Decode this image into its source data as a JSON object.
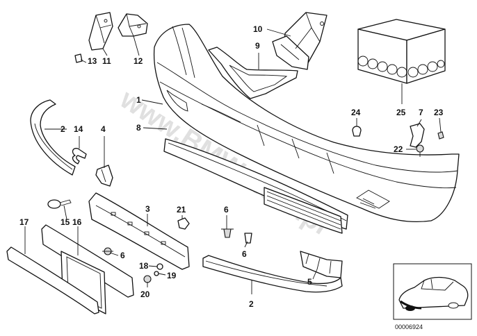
{
  "diagram": {
    "watermark": "www.BMWstore.pl",
    "diagram_code": "00006924",
    "callouts": [
      {
        "id": "c1",
        "label": "1"
      },
      {
        "id": "c2a",
        "label": "2"
      },
      {
        "id": "c2b",
        "label": "2"
      },
      {
        "id": "c3",
        "label": "3"
      },
      {
        "id": "c4",
        "label": "4"
      },
      {
        "id": "c5",
        "label": "5"
      },
      {
        "id": "c6a",
        "label": "6"
      },
      {
        "id": "c6b",
        "label": "6"
      },
      {
        "id": "c6c",
        "label": "6"
      },
      {
        "id": "c7",
        "label": "7"
      },
      {
        "id": "c8",
        "label": "8"
      },
      {
        "id": "c9",
        "label": "9"
      },
      {
        "id": "c10",
        "label": "10"
      },
      {
        "id": "c11",
        "label": "11"
      },
      {
        "id": "c12",
        "label": "12"
      },
      {
        "id": "c13",
        "label": "13"
      },
      {
        "id": "c14",
        "label": "14"
      },
      {
        "id": "c15",
        "label": "15"
      },
      {
        "id": "c16",
        "label": "16"
      },
      {
        "id": "c17",
        "label": "17"
      },
      {
        "id": "c18",
        "label": "18"
      },
      {
        "id": "c19",
        "label": "19"
      },
      {
        "id": "c20",
        "label": "20"
      },
      {
        "id": "c21",
        "label": "21"
      },
      {
        "id": "c22",
        "label": "22"
      },
      {
        "id": "c23",
        "label": "23"
      },
      {
        "id": "c24",
        "label": "24"
      },
      {
        "id": "c25",
        "label": "25"
      }
    ]
  }
}
